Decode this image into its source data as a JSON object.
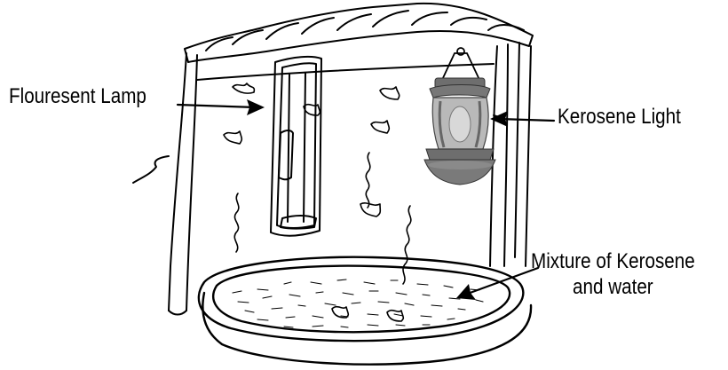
{
  "labels": {
    "fluorescent_lamp": "Flouresent Lamp",
    "kerosene_light": "Kerosene Light",
    "mixture_line1": "Mixture of Kerosene",
    "mixture_line2": "and water"
  },
  "colors": {
    "ink": "#000000",
    "lantern_body": "#6e6e6e",
    "lantern_glass": "#b9b9b9",
    "background": "#ffffff"
  }
}
